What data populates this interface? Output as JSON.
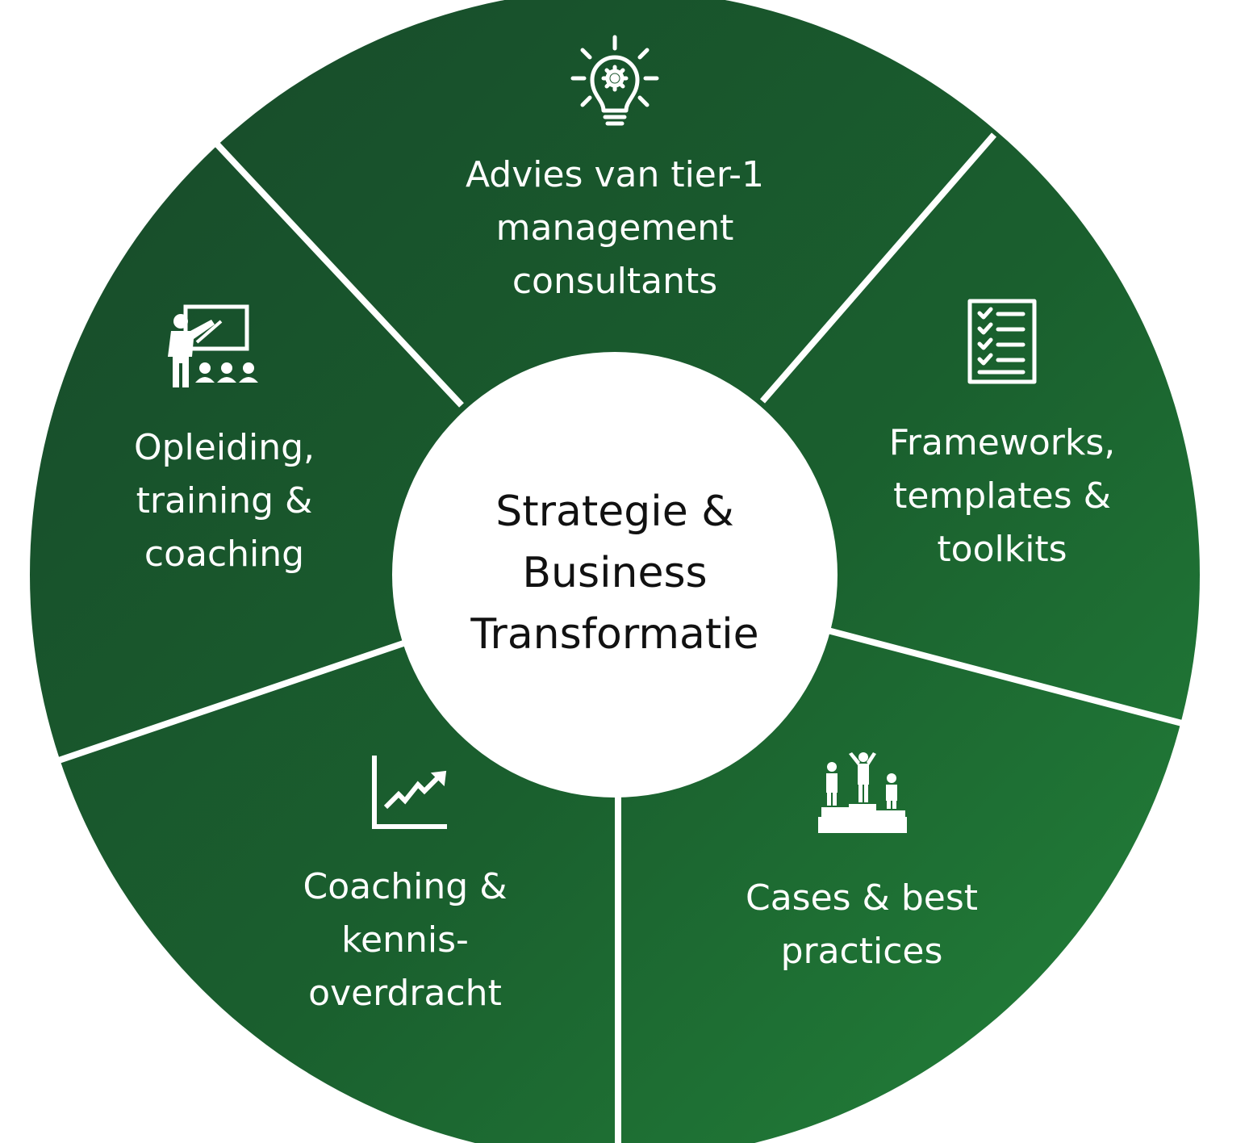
{
  "center": {
    "lines": [
      "Strategie &",
      "Business",
      "Transformatie"
    ]
  },
  "segments": [
    {
      "name": "advies",
      "icon": "lightbulb-gear-icon",
      "lines": [
        "Advies van tier-1",
        "management",
        "consultants"
      ]
    },
    {
      "name": "frameworks",
      "icon": "checklist-icon",
      "lines": [
        "Frameworks,",
        "templates &",
        "toolkits"
      ]
    },
    {
      "name": "cases",
      "icon": "podium-icon",
      "lines": [
        "Cases & best",
        "practices"
      ]
    },
    {
      "name": "coaching",
      "icon": "rising-chart-icon",
      "lines": [
        "Coaching &",
        "kennis-",
        "overdracht"
      ]
    },
    {
      "name": "opleiding",
      "icon": "presentation-teacher-icon",
      "lines": [
        "Opleiding,",
        "training &",
        "coaching"
      ]
    }
  ],
  "colors": {
    "dark_green": "#17522a",
    "light_green": "#227b36",
    "divider": "#ffffff",
    "center_fill": "#ffffff"
  }
}
